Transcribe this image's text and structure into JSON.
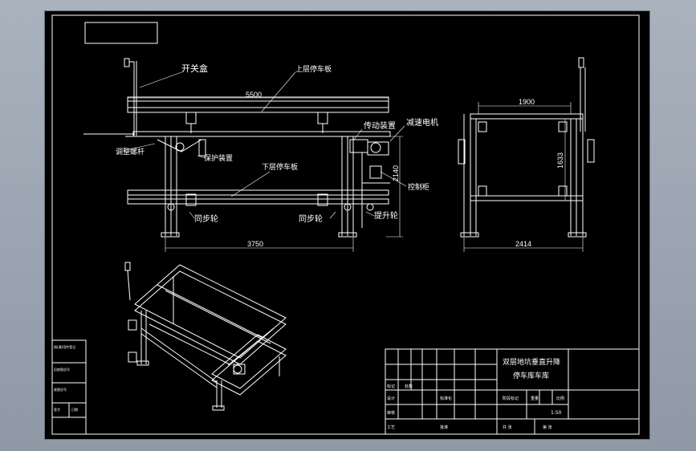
{
  "labels": {
    "switch_box": "开关盒",
    "upper_plate": "上层停车板",
    "transmission": "传动装置",
    "reducer_motor": "减速电机",
    "adjust_screw": "调整螺杆",
    "protect_device": "保护装置",
    "lower_plate": "下层停车板",
    "sync_wheel_1": "同步轮",
    "sync_wheel_2": "同步轮",
    "lift_wheel": "提升轮",
    "control_cabinet": "控制柜"
  },
  "dimensions": {
    "length_top": "5500",
    "height": "2140",
    "length_bottom": "3750",
    "side_width_top": "1900",
    "side_height": "1633",
    "side_width_bottom": "2414"
  },
  "title_block": {
    "title_line1": "双层地坑垂直升降",
    "title_line2": "停车库车库",
    "scale": "1:50",
    "r1": "标记",
    "r2": "设计",
    "r3": "审核",
    "r4": "工艺",
    "c1": "处数",
    "c2": "标准化",
    "c3": "批准",
    "c4": "阶段标记",
    "c5": "重量",
    "c6": "比例",
    "c7": "共 张",
    "c8": "第 张"
  },
  "left_strip": {
    "a": "借(通)用件登记",
    "b": "旧底图总号",
    "c": "底图总号",
    "d": "签字",
    "e": "日期"
  },
  "colors": {
    "line": "#ffffff",
    "paper": "#000000",
    "surround": "#a0a9b4"
  }
}
